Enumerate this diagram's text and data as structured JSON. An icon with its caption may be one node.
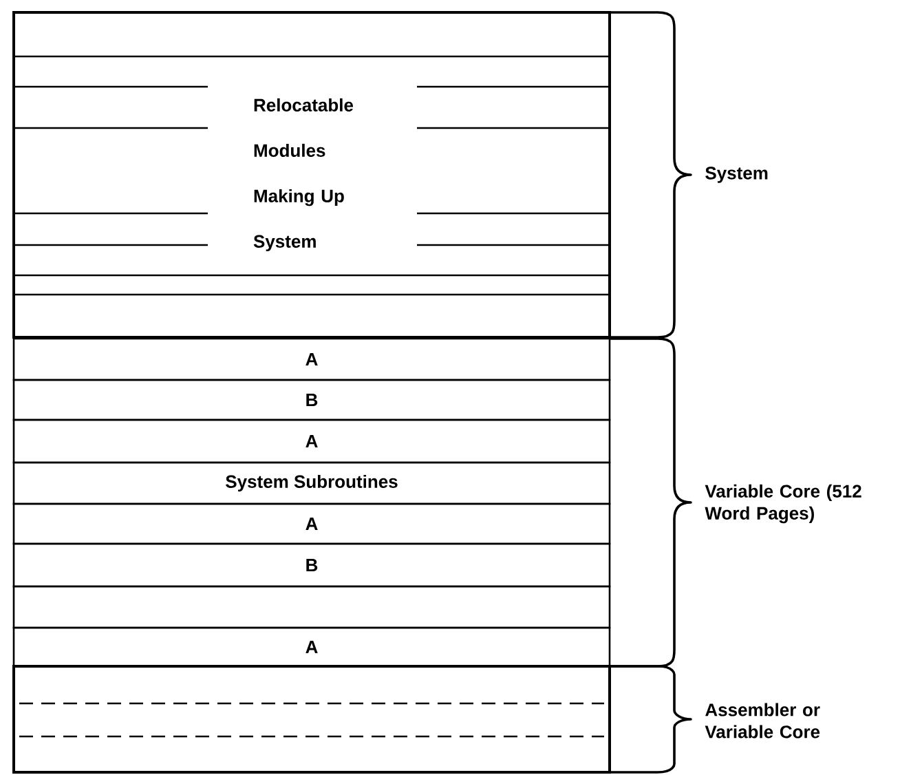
{
  "diagram": {
    "nodes": [
      {
        "text": [
          "Relocatable Modules Making Up System"
        ]
      },
      {
        "text": [
          "A"
        ]
      },
      {
        "text": [
          "B"
        ]
      },
      {
        "text": [
          "A"
        ]
      },
      {
        "text": [
          "System Subroutines"
        ]
      },
      {
        "text": [
          "A"
        ]
      },
      {
        "text": [
          "B"
        ]
      },
      {
        "text": [],
        "shape": "box"
      },
      {
        "text": [
          "A"
        ]
      },
      {
        "text": [],
        "shape": "box"
      }
    ],
    "edges": [],
    "labels": [
      "System",
      "Variable Core (512 Word Pages)",
      "Assembler or Variable Core"
    ]
  }
}
